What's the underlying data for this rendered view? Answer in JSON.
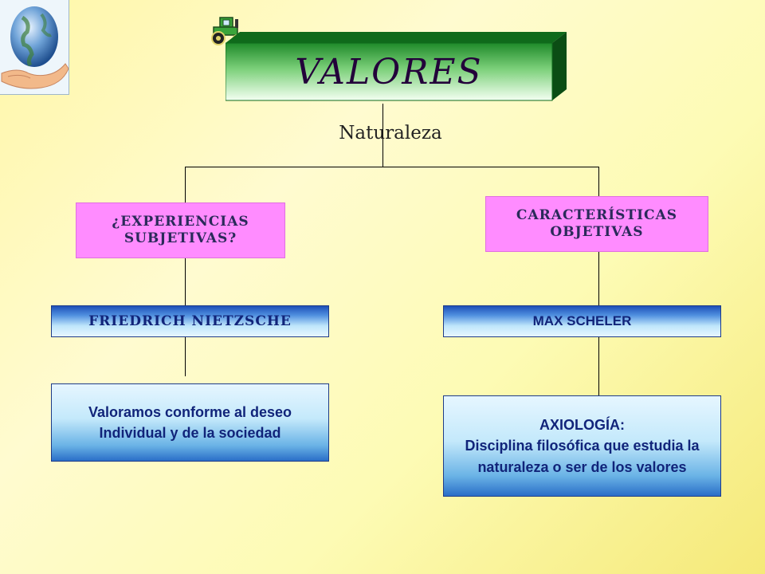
{
  "title": "VALORES",
  "subtitle": "Naturaleza",
  "left_branch": {
    "heading": "¿EXPERIENCIAS\nSUBJETIVAS?",
    "author": "FRIEDRICH NIETZSCHE",
    "description": "Valoramos conforme al deseo Individual y de la sociedad"
  },
  "right_branch": {
    "heading": "CARACTERÍSTICAS\nOBJETIVAS",
    "author": "MAX SCHELER",
    "description_title": "AXIOLOGÍA:",
    "description": "Disciplina filosófica que estudia la naturaleza o ser de los valores"
  },
  "icons": [
    "globe-in-hand-icon",
    "tractor-icon"
  ],
  "colors": {
    "title_green": "#2f9a3a",
    "heading_pink": "#ff8cff",
    "box_blue": "#1d4fb8",
    "text_navy": "#11247a"
  }
}
